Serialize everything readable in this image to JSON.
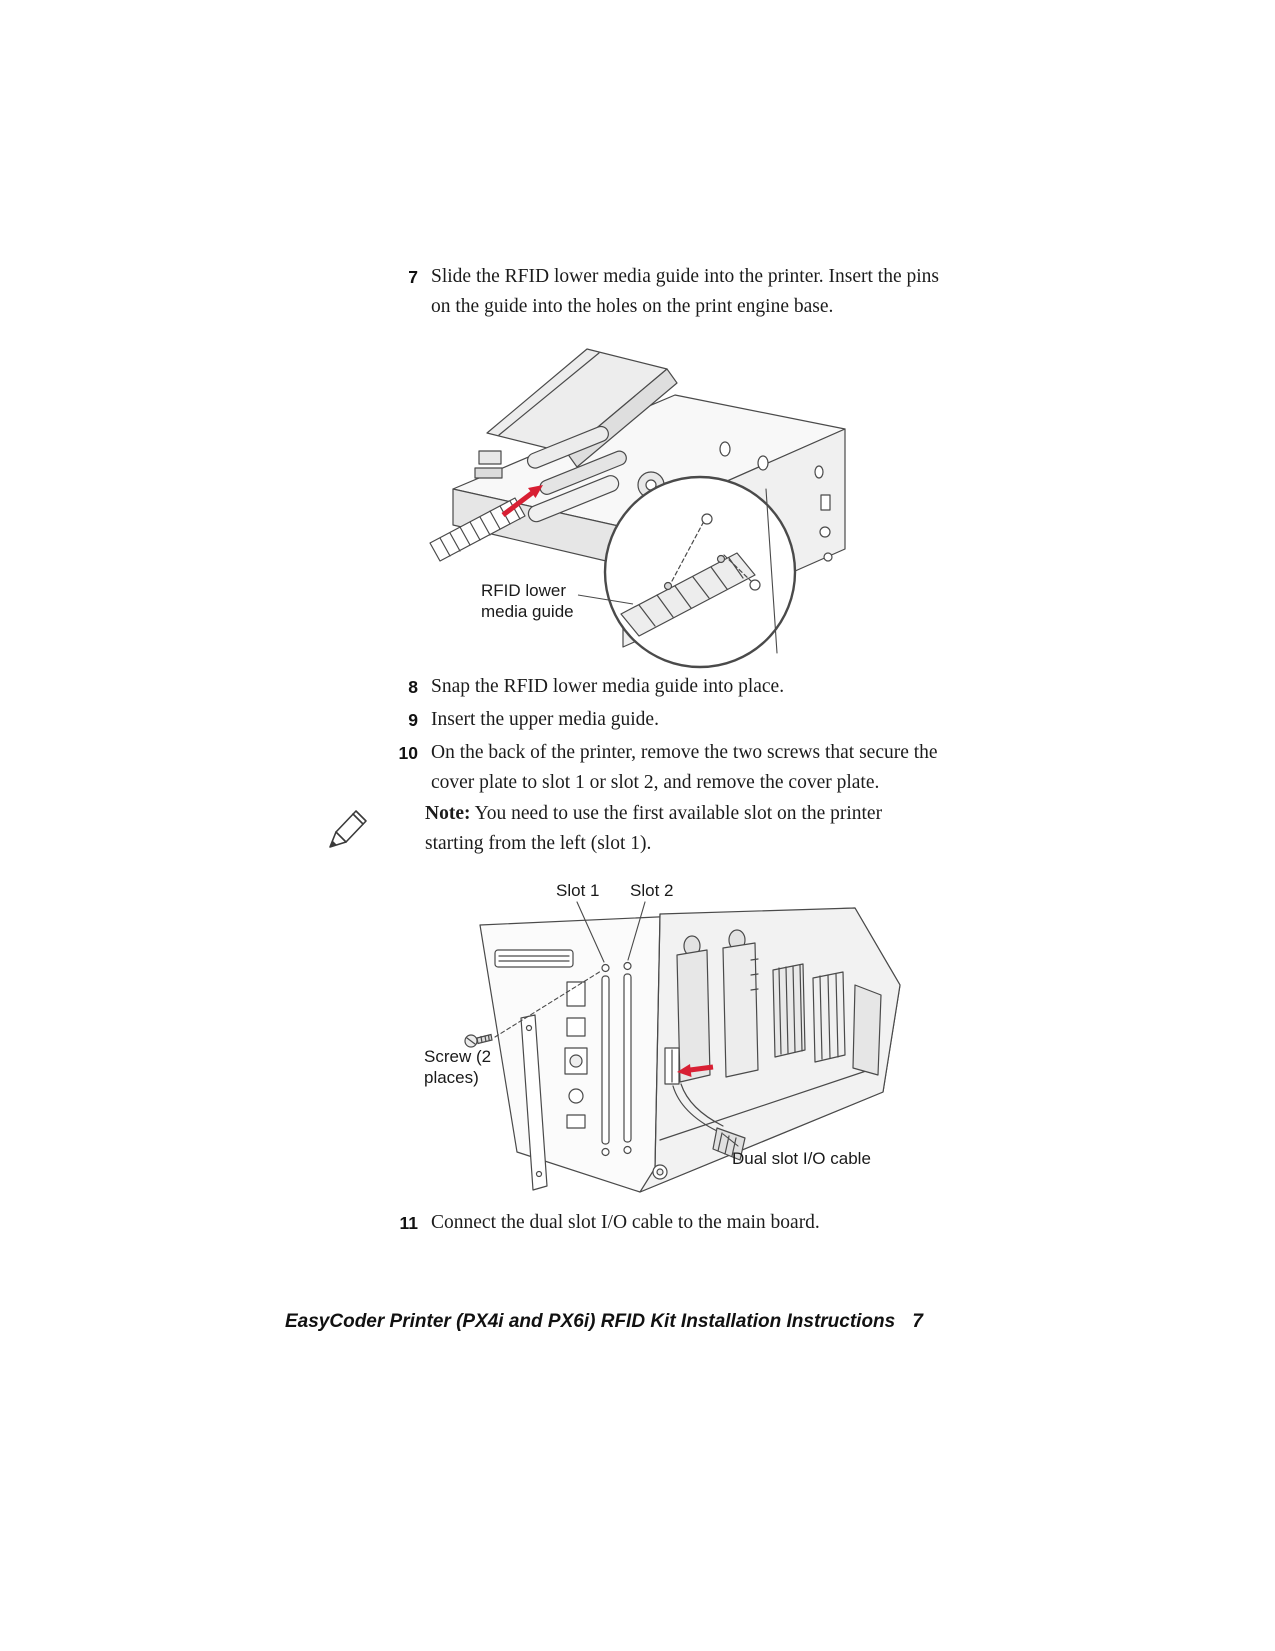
{
  "colors": {
    "accent_red": "#d81f33",
    "line_art": "#4a4a4a",
    "text": "#1c1c1c"
  },
  "steps": [
    {
      "num": "7",
      "text": "Slide the RFID lower media guide into the printer. Insert the pins on the guide into the holes on the print engine base."
    },
    {
      "num": "8",
      "text": "Snap the RFID lower media guide into place."
    },
    {
      "num": "9",
      "text": "Insert the upper media guide."
    },
    {
      "num": "10",
      "text": "On the back of the printer, remove the two screws that secure the cover plate to slot 1 or slot 2, and remove the cover plate."
    },
    {
      "num": "11",
      "text": "Connect the dual slot I/O cable to the main board."
    }
  ],
  "note": {
    "label": "Note:",
    "text": "You need to use the first available slot on the printer starting from the left (slot 1)."
  },
  "figure_media_guide": {
    "caption": "RFID lower media guide"
  },
  "figure_back_panel": {
    "slot1": "Slot 1",
    "slot2": "Slot 2",
    "screw": "Screw (2 places)",
    "cable": "Dual slot I/O cable"
  },
  "footer": {
    "title": "EasyCoder Printer (PX4i and PX6i) RFID Kit Installation Instructions",
    "page_number": "7"
  }
}
